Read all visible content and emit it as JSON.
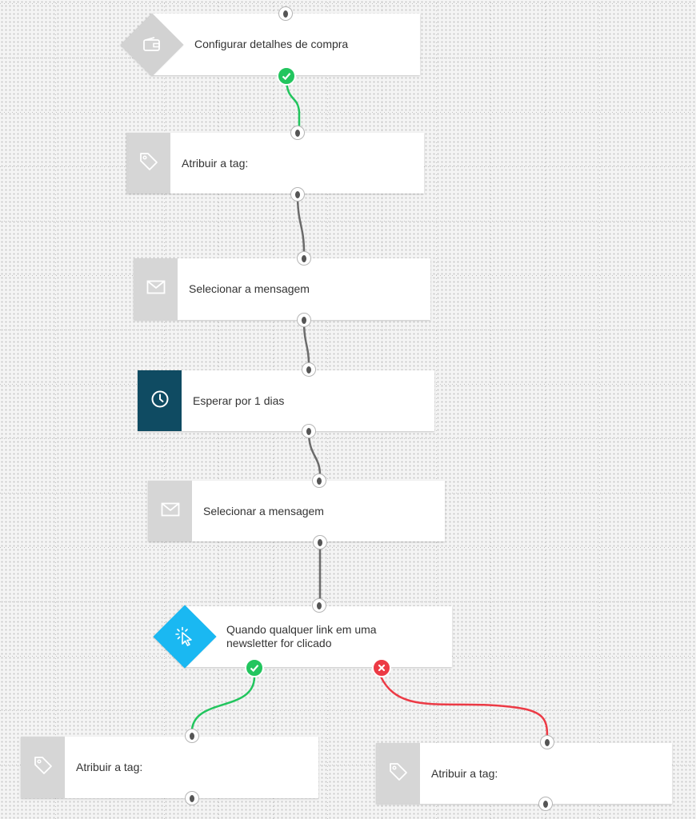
{
  "colors": {
    "success": "#22c55e",
    "fail": "#ec3a45",
    "connector": "#6b6b6b",
    "decision_blue": "#1ab8f2",
    "trigger_gray": "#d2d2d2",
    "wait_dark": "#0f4b62",
    "icon_gray_bg": "#d6d6d6"
  },
  "nodes": {
    "purchase": {
      "label": "Configurar detalhes de compra",
      "icon": "wallet-icon"
    },
    "tag1": {
      "label": "Atribuir a tag:",
      "icon": "tag-icon"
    },
    "msg1": {
      "label": "Selecionar a mensagem",
      "icon": "envelope-icon"
    },
    "wait": {
      "label": "Esperar por 1 dias",
      "icon": "clock-icon"
    },
    "msg2": {
      "label": "Selecionar a mensagem",
      "icon": "envelope-icon"
    },
    "click": {
      "label": "Quando qualquer link em uma newsletter for clicado",
      "icon": "cursor-click-icon"
    },
    "tag_yes": {
      "label": "Atribuir a tag:",
      "icon": "tag-icon"
    },
    "tag_no": {
      "label": "Atribuir a tag:",
      "icon": "tag-icon"
    }
  }
}
